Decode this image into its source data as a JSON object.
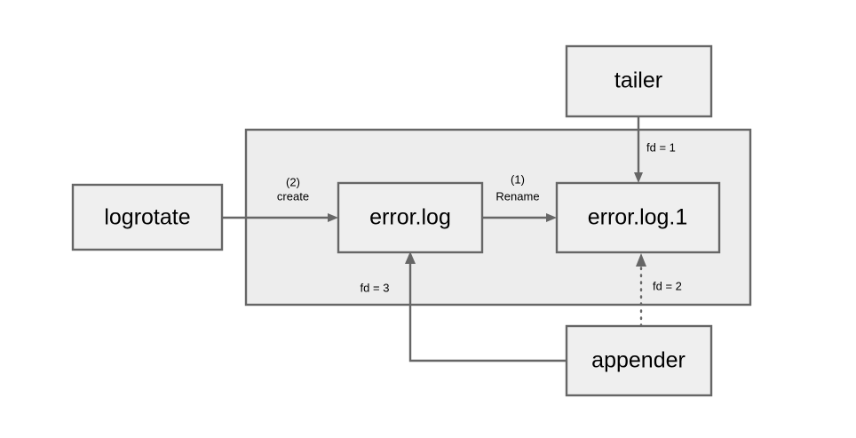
{
  "diagram": {
    "title": "logrotate file descriptor diagram",
    "background_color": "#ffffff",
    "node_fill_color": "#efefef",
    "group_fill_color": "#ededed",
    "stroke_color": "#666666",
    "text_color": "#000000"
  },
  "group": {
    "label": ""
  },
  "nodes": {
    "logrotate": {
      "label": "logrotate"
    },
    "tailer": {
      "label": "tailer"
    },
    "appender": {
      "label": "appender"
    },
    "error_log": {
      "label": "error.log"
    },
    "error_log_1": {
      "label": "error.log.1"
    }
  },
  "edges": {
    "create": {
      "step": "(2)",
      "label": "create",
      "from": "logrotate",
      "to": "error.log",
      "style": "solid"
    },
    "rename": {
      "step": "(1)",
      "label": "Rename",
      "from": "error.log",
      "to": "error.log.1",
      "style": "solid"
    },
    "fd1": {
      "label": "fd = 1",
      "from": "tailer",
      "to": "error.log.1",
      "style": "solid"
    },
    "fd2": {
      "label": "fd = 2",
      "from": "appender",
      "to": "error.log.1",
      "style": "dotted"
    },
    "fd3": {
      "label": "fd = 3",
      "from": "appender",
      "to": "error.log",
      "style": "solid"
    }
  }
}
